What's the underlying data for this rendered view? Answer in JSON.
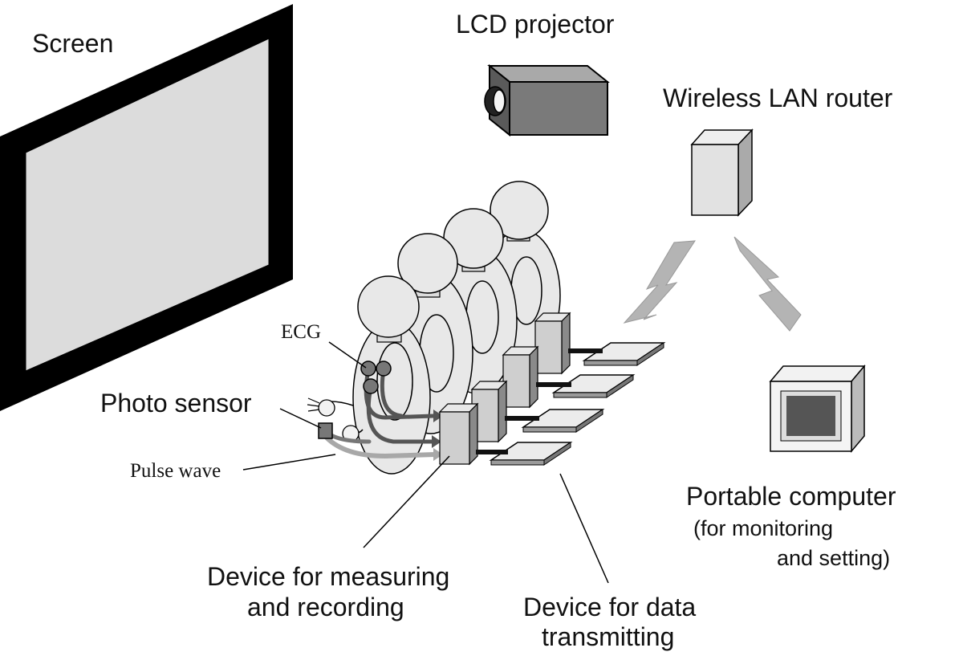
{
  "labels": {
    "screen": "Screen",
    "lcd_projector": "LCD projector",
    "wireless_router": "Wireless LAN router",
    "ecg": "ECG",
    "photo_sensor": "Photo sensor",
    "pulse_wave": "Pulse wave",
    "measuring_line1": "Device for measuring",
    "measuring_line2": "and recording",
    "transmitting_line1": "Device for data",
    "transmitting_line2": "transmitting",
    "portable_computer": "Portable computer",
    "portable_note_line1": "(for monitoring",
    "portable_note_line2": "and setting)"
  },
  "colors": {
    "ink": "#111111",
    "screen_frame": "#000000",
    "screen_surface": "#dcdcdc",
    "projector_body": "#707070",
    "router_body": "#e2e2e2",
    "person_fill": "#e8e8e8",
    "wire_dark": "#555555",
    "wire_light": "#a8a8a8",
    "device_fill": "#cfcfcf",
    "signal_fill": "#b4b4b4",
    "monitor_display": "#555555"
  },
  "icons": [
    "screen-icon",
    "projector-icon",
    "router-icon",
    "person-icon",
    "ecg-electrode-icon",
    "photo-sensor-icon",
    "measuring-device-icon",
    "transmitter-icon",
    "wireless-signal-icon",
    "laptop-icon"
  ]
}
